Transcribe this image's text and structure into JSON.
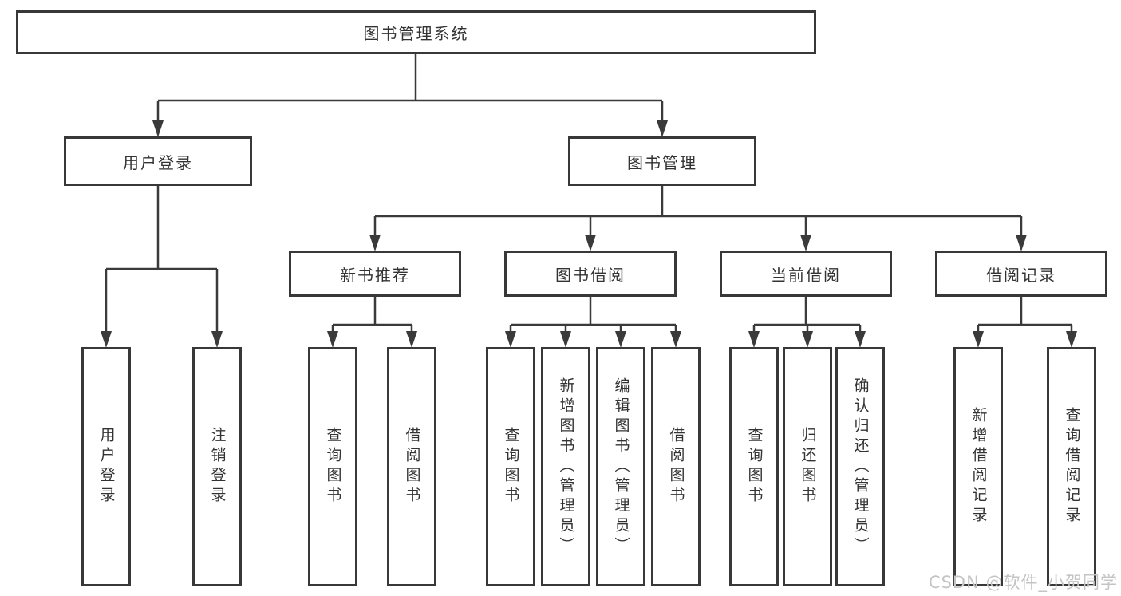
{
  "colors": {
    "line": "#3a3a3a",
    "border": "#383838",
    "text": "#333333",
    "watermark_color": "#c4c4c4",
    "background": "#ffffff"
  },
  "watermark": {
    "text": "CSDN @软件_小贺同学"
  },
  "tree": {
    "label": "图书管理系统",
    "children": [
      {
        "label": "用户登录",
        "children": [
          {
            "label": "用户登录"
          },
          {
            "label": "注销登录"
          }
        ]
      },
      {
        "label": "图书管理",
        "children": [
          {
            "label": "新书推荐",
            "children": [
              {
                "label": "查询图书"
              },
              {
                "label": "借阅图书"
              }
            ]
          },
          {
            "label": "图书借阅",
            "children": [
              {
                "label": "查询图书"
              },
              {
                "label": "新增图书（管理员）"
              },
              {
                "label": "编辑图书（管理员）"
              },
              {
                "label": "借阅图书"
              }
            ]
          },
          {
            "label": "当前借阅",
            "children": [
              {
                "label": "查询图书"
              },
              {
                "label": "归还图书"
              },
              {
                "label": "确认归还（管理员）"
              }
            ]
          },
          {
            "label": "借阅记录",
            "children": [
              {
                "label": "新增借阅记录"
              },
              {
                "label": "查询借阅记录"
              }
            ]
          }
        ]
      }
    ]
  }
}
